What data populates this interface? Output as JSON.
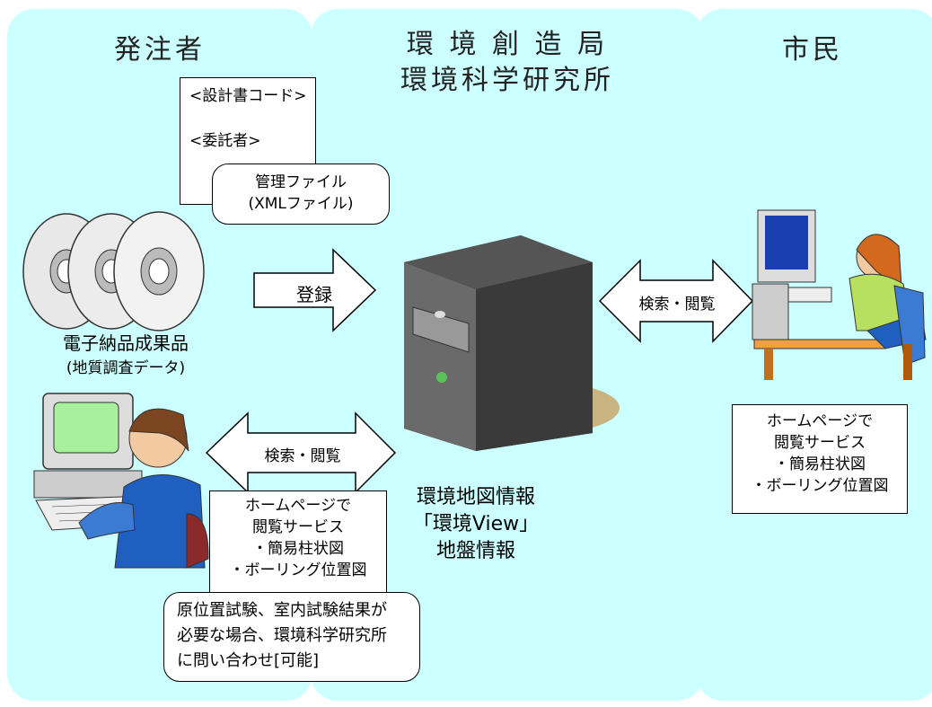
{
  "columns": {
    "orderer": "発注者",
    "bureau_line1": "環 境 創 造 局",
    "bureau_line2": "環境科学研究所",
    "citizen": "市民"
  },
  "doc_note": {
    "design_code": "<設計書コード>",
    "contractor": "<委託者>"
  },
  "manage_file": {
    "line1": "管理ファイル",
    "line2": "(XMLファイル)"
  },
  "deliverables": {
    "line1": "電子納品成果品",
    "line2": "(地質調査データ)"
  },
  "arrows": {
    "register": "登録",
    "search_browse_left": "検索・閲覧",
    "search_browse_right": "検索・閲覧"
  },
  "server": {
    "line1": "環境地図情報",
    "line2": "「環境View」",
    "line3": "地盤情報"
  },
  "service_left": {
    "line1": "ホームページで",
    "line2": "閲覧サービス",
    "line3": "・簡易柱状図",
    "line4": "・ボーリング位置図"
  },
  "service_right": {
    "line1": "ホームページで",
    "line2": "閲覧サービス",
    "line3": "・簡易柱状図",
    "line4": "・ボーリング位置図"
  },
  "note": {
    "line1": "原位置試験、室内試験結果が",
    "line2": "必要な場合、環境科学研究所",
    "line3": "に問い合わせ[可能]"
  },
  "colors": {
    "panel": "#ccffff",
    "server_body": "#2b2b2b",
    "person_shirt": "#1f5fbf",
    "desk": "#f0a040"
  }
}
